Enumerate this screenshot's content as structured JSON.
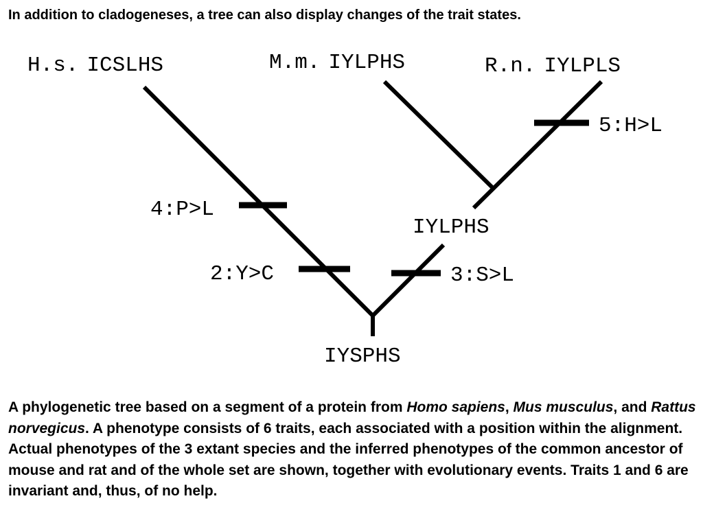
{
  "heading": "In addition to cladogeneses, a tree can also display changes of the trait states.",
  "tree": {
    "leaves": [
      {
        "species": "H.s.",
        "phenotype": "ICSLHS"
      },
      {
        "species": "M.m.",
        "phenotype": "IYLPHS"
      },
      {
        "species": "R.n.",
        "phenotype": "IYLPLS"
      }
    ],
    "internal_nodes": {
      "mouse_rat_ancestor": "IYLPHS",
      "root": "IYSPHS"
    },
    "events": [
      {
        "label": "4:P>L"
      },
      {
        "label": "2:Y>C"
      },
      {
        "label": "3:S>L"
      },
      {
        "label": "5:H>L"
      }
    ]
  },
  "caption": {
    "part1": "A phylogenetic tree based on a segment of a protein from ",
    "homo": "Homo sapiens",
    "sep1": ", ",
    "mus": "Mus musculus",
    "sep2": ", and ",
    "rattus": "Rattus norvegicus",
    "part2": ". A phenotype consists of 6 traits, each associated with a position within the alignment. Actual phenotypes of the 3 extant species and the inferred phenotypes of the common ancestor of mouse and rat and of the whole set are shown, together with evolutionary events. Traits 1 and 6 are invariant and, thus, of no help."
  }
}
